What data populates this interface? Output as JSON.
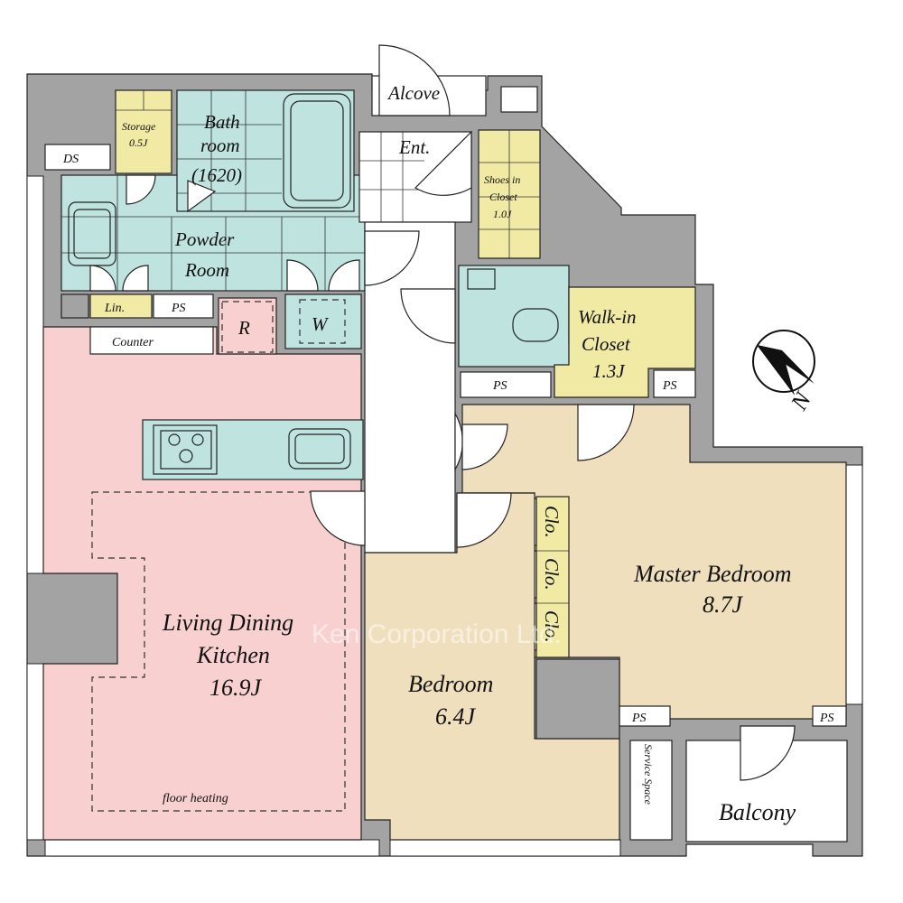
{
  "rooms": {
    "alcove": "Alcove",
    "storage": "Storage",
    "storage_size": "0.5J",
    "bath_l1": "Bath",
    "bath_l2": "room",
    "bath_l3": "(1620)",
    "entrance": "Ent.",
    "shoes_l1": "Shoes in",
    "shoes_l2": "Closet",
    "shoes_size": "1.0J",
    "ds": "DS",
    "powder_l1": "Powder",
    "powder_l2": "Room",
    "linen": "Lin.",
    "ps": "PS",
    "refrigerator": "R",
    "washer": "W",
    "counter": "Counter",
    "walkin_l1": "Walk-in",
    "walkin_l2": "Closet",
    "walkin_size": "1.3J",
    "closet": "Clo.",
    "master_name": "Master Bedroom",
    "master_size": "8.7J",
    "ldk_l1": "Living Dining",
    "ldk_l2": "Kitchen",
    "ldk_size": "16.9J",
    "bedroom_name": "Bedroom",
    "bedroom_size": "6.4J",
    "floor_heating": "floor heating",
    "service_space": "Service Space",
    "balcony": "Balcony"
  },
  "compass": {
    "label": "N"
  },
  "watermark": "Ken Corporation Ltd.",
  "colors": {
    "wall": "#a3a3a3",
    "living": "#f7d0cf",
    "bedroom": "#efdfbd",
    "wet": "#bfe3df",
    "storage": "#f1eaa4",
    "white": "#ffffff"
  }
}
